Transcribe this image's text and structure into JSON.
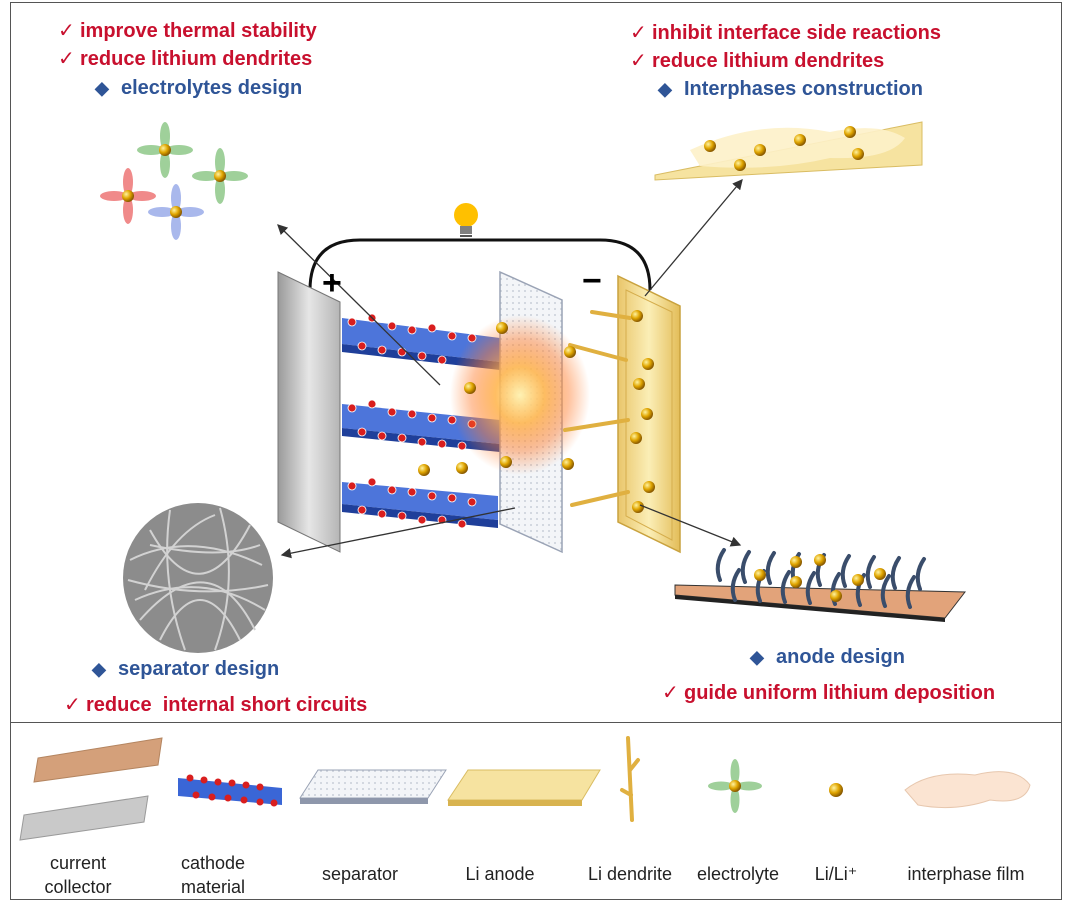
{
  "electrolyte_block": {
    "benefits": [
      "improve thermal stability",
      "reduce lithium dendrites"
    ],
    "design": "electrolytes design"
  },
  "interphase_block": {
    "benefits": [
      "inhibit interface side reactions",
      "reduce lithium dendrites"
    ],
    "design": "Interphases construction"
  },
  "separator_block": {
    "design": "separator design",
    "benefits": [
      "reduce  internal short circuits"
    ]
  },
  "anode_block": {
    "design": "anode design",
    "benefits": [
      "guide uniform lithium deposition"
    ]
  },
  "signs": {
    "positive": "+",
    "negative": "−"
  },
  "legend": [
    {
      "label": "current\ncollector",
      "icon": "current-collector-icon"
    },
    {
      "label": "cathode\nmaterial",
      "icon": "cathode-material-icon"
    },
    {
      "label": "separator",
      "icon": "separator-icon"
    },
    {
      "label": "Li anode",
      "icon": "li-anode-icon"
    },
    {
      "label": "Li dendrite",
      "icon": "li-dendrite-icon"
    },
    {
      "label": "electrolyte",
      "icon": "electrolyte-icon"
    },
    {
      "label": "Li/Li⁺",
      "icon": "li-ion-icon"
    },
    {
      "label": "interphase film",
      "icon": "interphase-film-icon"
    }
  ],
  "colors": {
    "benefit_red": "#c8102e",
    "design_blue": "#2f5597",
    "li_gold": "#e0a500",
    "cathode_blue": "#3a66d6",
    "oxygen_red": "#d91e1e",
    "anode_yellow": "#f6e3a0",
    "copper": "#d4a07a"
  }
}
